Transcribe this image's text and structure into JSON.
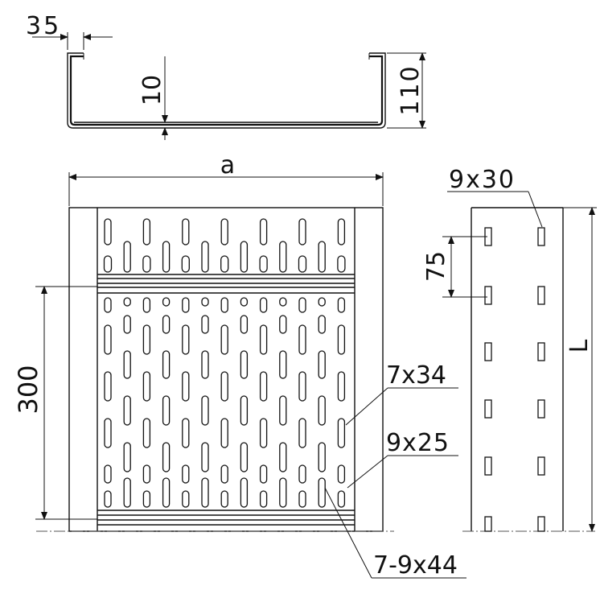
{
  "dimensions": {
    "flange": "35",
    "thickness": "10",
    "height": "110",
    "width": "a",
    "pitch": "300",
    "side_slot": "9x30",
    "side_pitch": "75",
    "length": "L",
    "slot_small": "7x34",
    "slot_medium": "9x25",
    "slot_long": "7-9x44"
  }
}
